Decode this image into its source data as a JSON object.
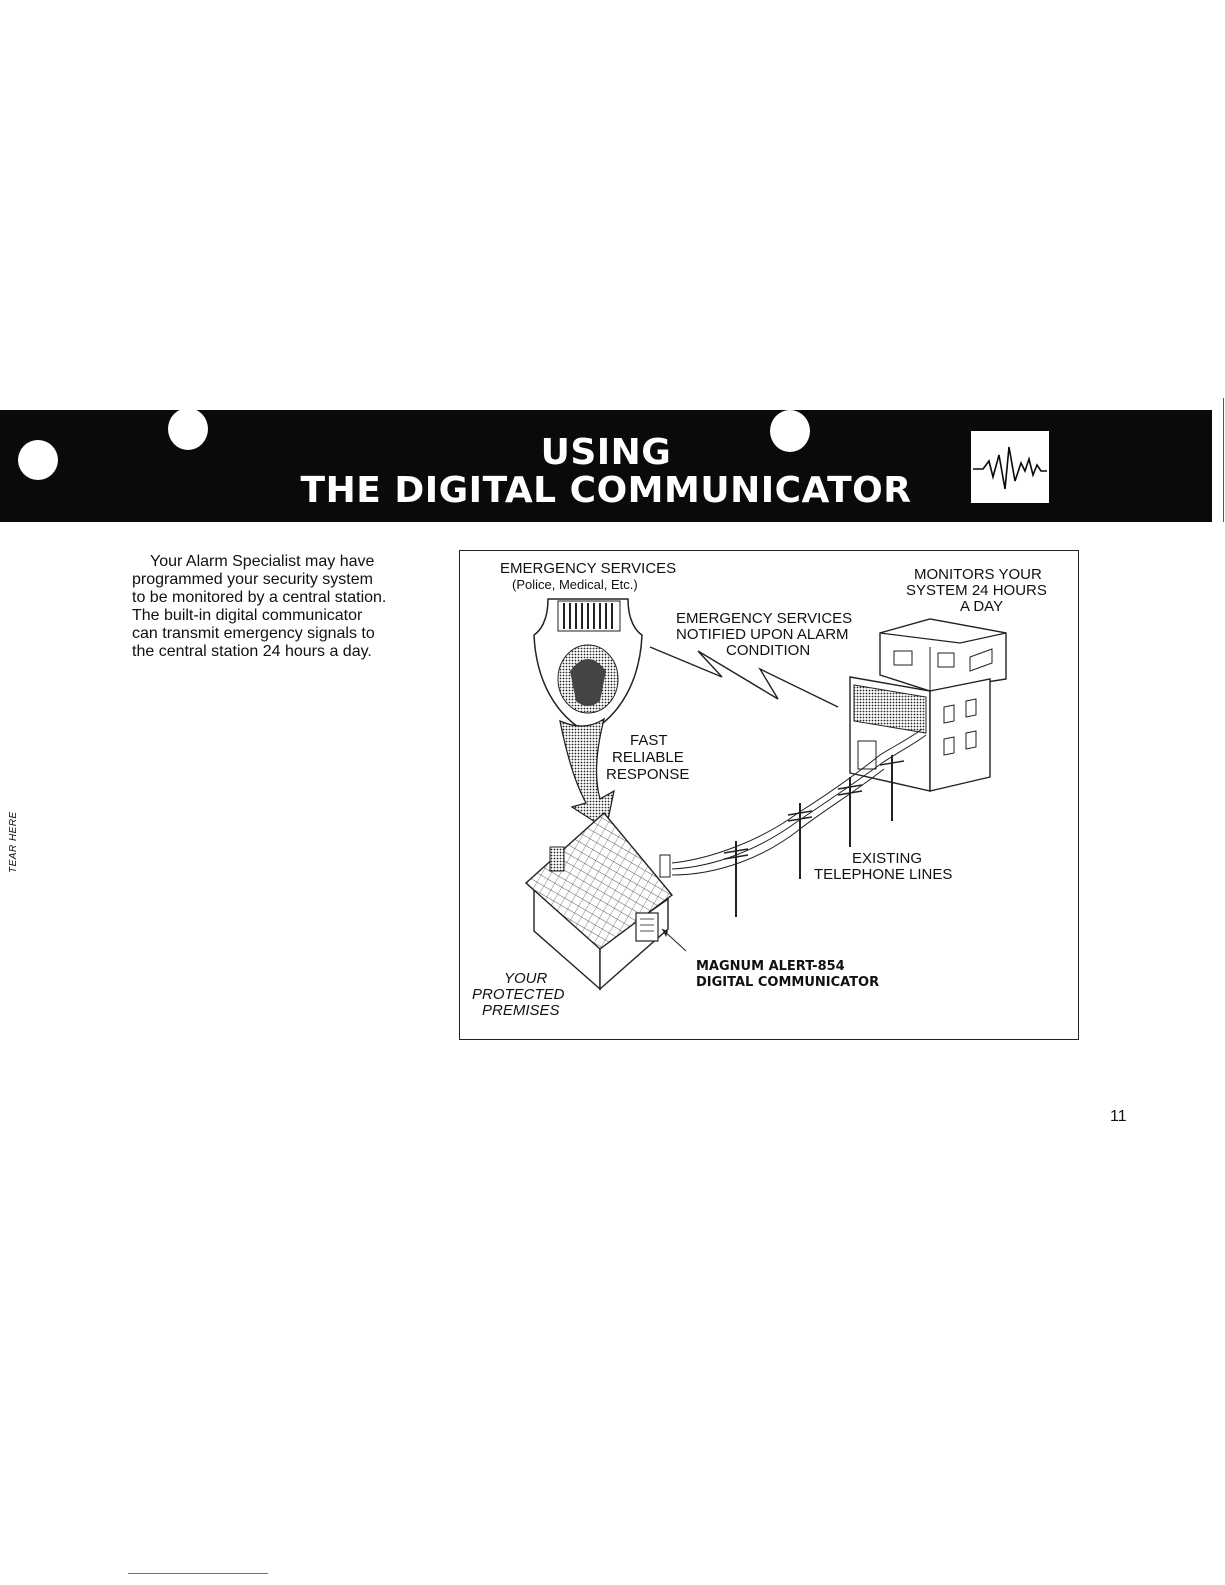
{
  "header": {
    "title_line1": "USING",
    "title_line2": "THE DIGITAL COMMUNICATOR",
    "logo_icon": "waveform-icon"
  },
  "intro": {
    "lines": [
      "Your Alarm Specialist may have",
      "programmed your security system",
      "to be monitored by a central station.",
      "The built-in digital communicator",
      "can transmit emergency signals to",
      "the central station 24 hours a day."
    ]
  },
  "margin": {
    "tear_label": "TEAR HERE"
  },
  "diagram": {
    "emergency_services_title": "EMERGENCY SERVICES",
    "emergency_services_sub": "(Police, Medical, Etc.)",
    "monitors_line1": "MONITORS YOUR",
    "monitors_line2": "SYSTEM 24 HOURS",
    "monitors_line3": "A DAY",
    "notified_line1": "EMERGENCY SERVICES",
    "notified_line2": "NOTIFIED UPON ALARM",
    "notified_line3": "CONDITION",
    "fast_line1": "FAST",
    "fast_line2": "RELIABLE",
    "fast_line3": "RESPONSE",
    "existing_line1": "EXISTING",
    "existing_line2": "TELEPHONE LINES",
    "product_line1": "MAGNUM ALERT-854",
    "product_line2": "DIGITAL COMMUNICATOR",
    "premises_line1": "YOUR",
    "premises_line2": "PROTECTED",
    "premises_line3": "PREMISES"
  },
  "footer": {
    "page_number": "11"
  }
}
